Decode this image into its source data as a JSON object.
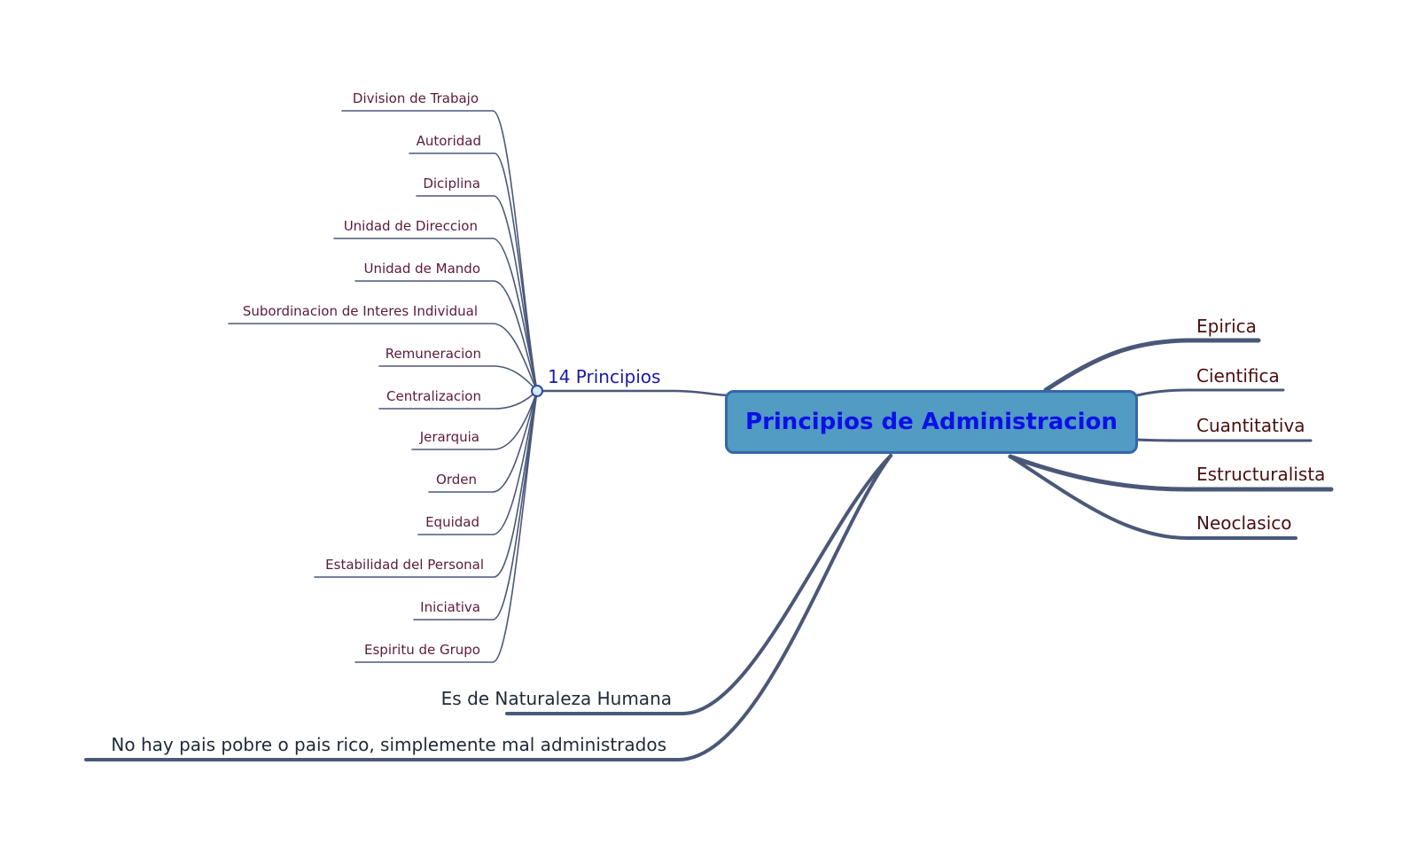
{
  "central_topic": {
    "label": "Principios de Administracion",
    "fill": "#529bc2",
    "border": "#3467a8",
    "text_color": "#0a10e8"
  },
  "principios_branch": {
    "label": "14 Principios",
    "children": [
      "Division de Trabajo",
      "Autoridad",
      "Diciplina",
      "Unidad de Direccion",
      "Unidad de Mando",
      "Subordinacion de Interes Individual",
      "Remuneracion",
      "Centralizacion",
      "Jerarquia",
      "Orden",
      "Equidad",
      "Estabilidad del Personal",
      "Iniciativa",
      "Espiritu de Grupo"
    ]
  },
  "right_branches": [
    "Epirica",
    "Cientifica",
    "Cuantitativa",
    "Estructuralista",
    "Neoclasico"
  ],
  "bottom_branches": [
    "Es de Naturaleza Humana",
    "No hay pais pobre o pais rico, simplemente mal administrados"
  ],
  "colors": {
    "connector": "#4a5878",
    "leaf_text": "#5c1a3a",
    "branch_text": "#4a0f0f",
    "principios_text": "#1a1aa8"
  }
}
